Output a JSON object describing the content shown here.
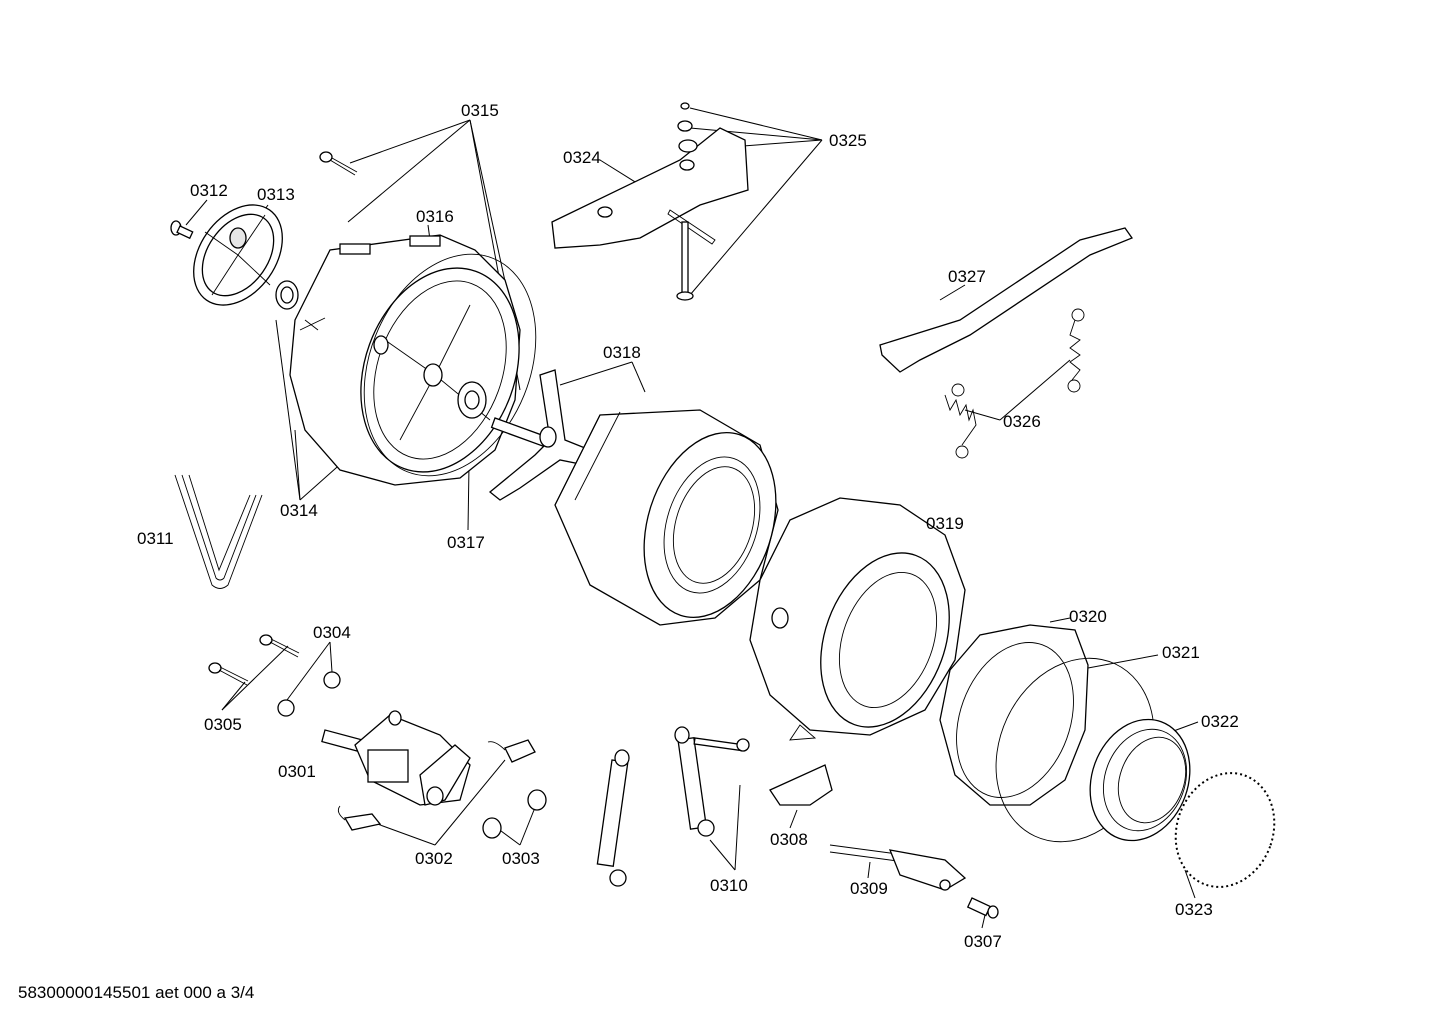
{
  "labels": {
    "p0301": "0301",
    "p0302": "0302",
    "p0303": "0303",
    "p0304": "0304",
    "p0305": "0305",
    "p0307": "0307",
    "p0308": "0308",
    "p0309": "0309",
    "p0310": "0310",
    "p0311": "0311",
    "p0312": "0312",
    "p0313": "0313",
    "p0314": "0314",
    "p0315": "0315",
    "p0316": "0316",
    "p0317": "0317",
    "p0318": "0318",
    "p0319": "0319",
    "p0320": "0320",
    "p0321": "0321",
    "p0322": "0322",
    "p0323": "0323",
    "p0324": "0324",
    "p0325": "0325",
    "p0326": "0326",
    "p0327": "0327"
  },
  "footer": "58300000145501 aet 000 a 3/4"
}
